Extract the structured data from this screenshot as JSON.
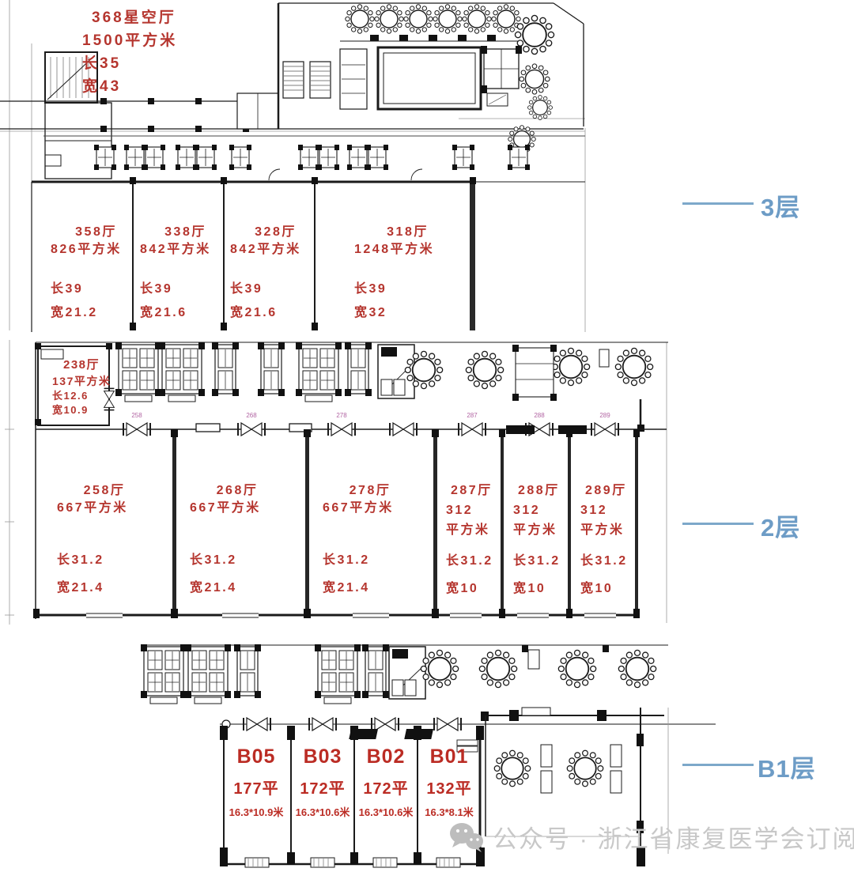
{
  "floor3": {
    "label": "3层",
    "star_hall": {
      "name": "368星空厅",
      "area": "1500平方米",
      "length": "长35",
      "width": "宽43"
    },
    "halls": [
      {
        "name": "358厅",
        "area": "826平方米",
        "length": "长39",
        "width": "宽21.2"
      },
      {
        "name": "338厅",
        "area": "842平方米",
        "length": "长39",
        "width": "宽21.6"
      },
      {
        "name": "328厅",
        "area": "842平方米",
        "length": "长39",
        "width": "宽21.6"
      },
      {
        "name": "318厅",
        "area": "1248平方米",
        "length": "长39",
        "width": "宽32"
      }
    ]
  },
  "floor2": {
    "label": "2层",
    "small_hall": {
      "name": "238厅",
      "area": "137平方米",
      "length": "长12.6",
      "width": "宽10.9"
    },
    "wide_halls": [
      {
        "name": "258厅",
        "area": "667平方米",
        "length": "长31.2",
        "width": "宽21.4"
      },
      {
        "name": "268厅",
        "area": "667平方米",
        "length": "长31.2",
        "width": "宽21.4"
      },
      {
        "name": "278厅",
        "area": "667平方米",
        "length": "长31.2",
        "width": "宽21.4"
      }
    ],
    "narrow_halls": [
      {
        "name": "287厅",
        "area": "312",
        "area_unit": "平方米",
        "length": "长31.2",
        "width": "宽10"
      },
      {
        "name": "288厅",
        "area": "312",
        "area_unit": "平方米",
        "length": "长31.2",
        "width": "宽10"
      },
      {
        "name": "289厅",
        "area": "312",
        "area_unit": "平方米",
        "length": "长31.2",
        "width": "宽10"
      }
    ],
    "door_labels": [
      "258",
      "268",
      "278",
      "287",
      "288",
      "289"
    ]
  },
  "b1": {
    "label": "B1层",
    "rooms": [
      {
        "name": "B05",
        "area": "177平",
        "dims": "16.3*10.9米"
      },
      {
        "name": "B03",
        "area": "172平",
        "dims": "16.3*10.6米"
      },
      {
        "name": "B02",
        "area": "172平",
        "dims": "16.3*10.6米"
      },
      {
        "name": "B01",
        "area": "132平",
        "dims": "16.3*8.1米"
      }
    ]
  },
  "watermark": {
    "text": "公众号 · 浙江省康复医学会订阅"
  },
  "colors": {
    "hall_text": "#b5352e",
    "floor_label": "#6d9cc6",
    "leader_line": "#7da8ca",
    "watermark": "#c8c8c8",
    "plan_line": "#1b1b1b",
    "door_number": "#b265a3"
  }
}
